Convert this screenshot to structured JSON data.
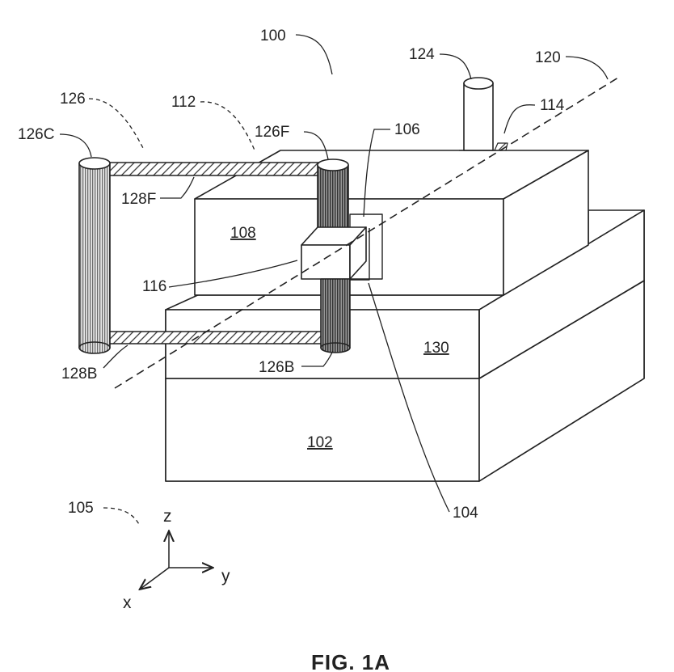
{
  "figure": {
    "caption": "FIG. 1A",
    "labels": {
      "l100": "100",
      "l124": "124",
      "l120": "120",
      "l126": "126",
      "l112": "112",
      "l114": "114",
      "l126C": "126C",
      "l126F": "126F",
      "l106": "106",
      "l128F": "128F",
      "l108": "108",
      "l116": "116",
      "l130": "130",
      "l128B": "128B",
      "l126B": "126B",
      "l102": "102",
      "l105": "105",
      "l104": "104"
    },
    "axes": {
      "z": "z",
      "y": "y",
      "x": "x"
    }
  }
}
